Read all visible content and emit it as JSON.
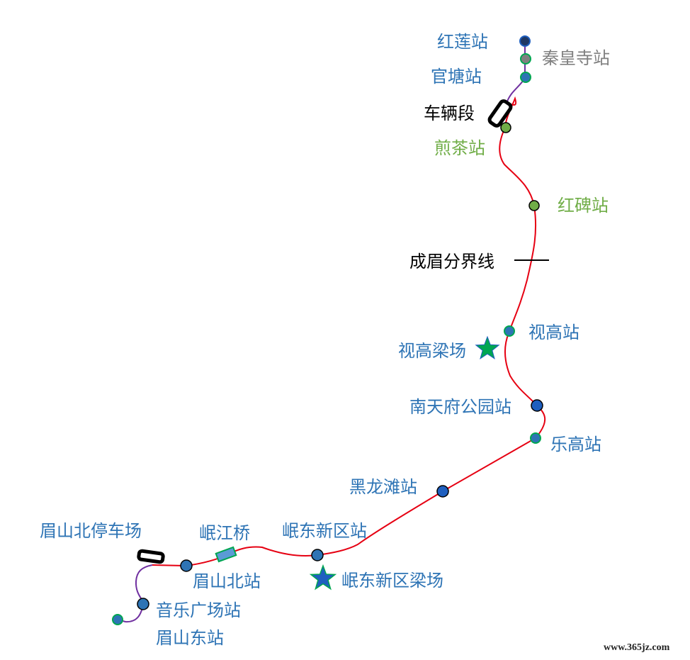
{
  "colors": {
    "line_red": "#e60012",
    "branch_purple": "#7030a0",
    "station_blue": "#2e74b5",
    "station_dark": "#1f3864",
    "station_green": "#70ad47",
    "station_gray": "#808080",
    "star_green": "#00a651",
    "star_blue": "#1f5fbf"
  },
  "labels": {
    "honglian": "红莲站",
    "qinhuangsi": "秦皇寺站",
    "guantang": "官塘站",
    "depot_north": "车辆段",
    "jiancha": "煎茶站",
    "hongbei": "红碑站",
    "boundary": "成眉分界线",
    "shigao": "视高站",
    "shigao_beam_yard": "视高梁场",
    "nantianfu_park": "南天府公园站",
    "legao": "乐高站",
    "heilongtan": "黑龙滩站",
    "minjiang_bridge": "岷江桥",
    "mindong_xinqu": "岷东新区站",
    "mindong_beam_yard": "岷东新区梁场",
    "meishan_north_depot": "眉山北停车场",
    "meishan_north": "眉山北站",
    "music_square": "音乐广场站",
    "meishan_east": "眉山东站"
  },
  "icons": {
    "depot": "depot-icon",
    "beam_yard": "star-icon",
    "bridge": "bridge-icon"
  },
  "watermark": "www.365jz.com"
}
